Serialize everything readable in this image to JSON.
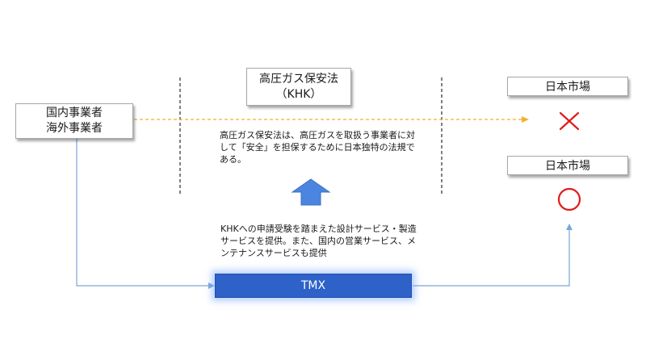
{
  "operators_box": {
    "line1": "国内事業者",
    "line2": "海外事業者"
  },
  "khk_box": {
    "line1": "高圧ガス保安法",
    "line2": "（KHK）"
  },
  "khk_description": "高圧ガス保安法は、高圧ガスを取扱う事業者に対して「安全」を担保するために日本独特の法規である。",
  "market_top": {
    "label": "日本市場",
    "result": "×",
    "result_icon": "cross-icon"
  },
  "market_bottom": {
    "label": "日本市場",
    "result": "○",
    "result_icon": "circle-icon"
  },
  "tmx_description": "KHKへの申請受験を踏まえた設計サービス・製造サービスを提供。また、国内の営業サービス、メンテナンスサービスも提供",
  "tmx_box": {
    "label": "TMX"
  },
  "colors": {
    "dashed_arrow": "#f0b030",
    "flow_line": "#7aa6d8",
    "up_arrow": "#4a86e0",
    "result_mark": "#e21b1b",
    "tmx_fill": "#2e62c9"
  }
}
